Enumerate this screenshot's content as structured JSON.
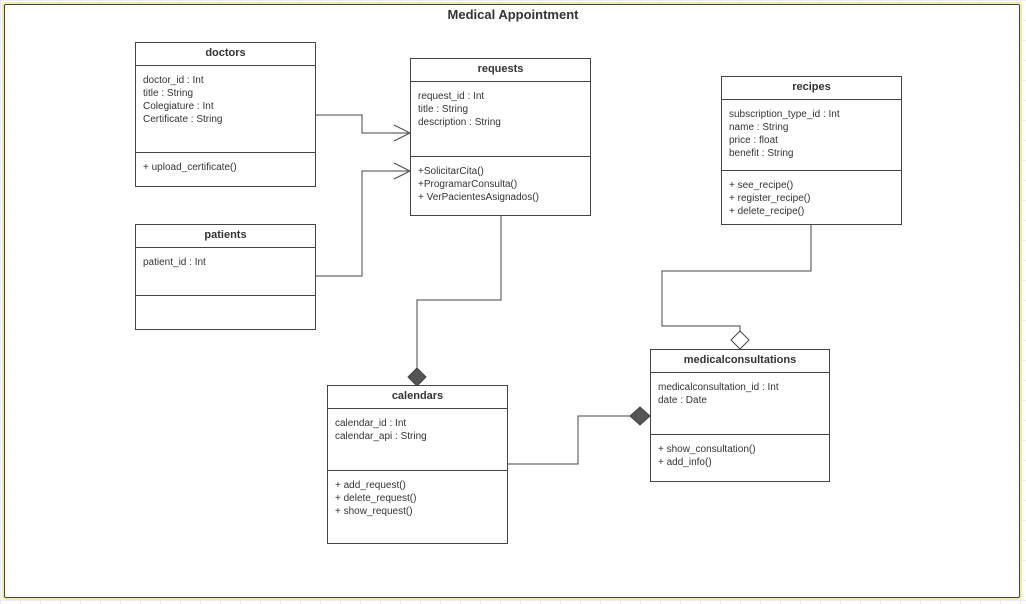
{
  "title": "Medical Appointment",
  "classes": {
    "doctors": {
      "name": "doctors",
      "attributes": [
        "doctor_id : Int",
        "title : String",
        "Colegiature : Int",
        "Certificate : String"
      ],
      "methods": [
        "+ upload_certificate()"
      ]
    },
    "requests": {
      "name": "requests",
      "attributes": [
        "request_id : Int",
        "title : String",
        "description : String"
      ],
      "methods": [
        "+SolicitarCita()",
        "+ProgramarConsulta()",
        "+ VerPacientesAsignados()"
      ]
    },
    "recipes": {
      "name": "recipes",
      "attributes": [
        "subscription_type_id : Int",
        "name : String",
        "price : float",
        "benefit : String"
      ],
      "methods": [
        "+ see_recipe()",
        "+ register_recipe()",
        "+ delete_recipe()"
      ]
    },
    "patients": {
      "name": "patients",
      "attributes": [
        "patient_id : Int"
      ],
      "methods": []
    },
    "calendars": {
      "name": "calendars",
      "attributes": [
        "calendar_id : Int",
        "calendar_api : String"
      ],
      "methods": [
        "+ add_request()",
        "+ delete_request()",
        "+ show_request()"
      ]
    },
    "medicalconsultations": {
      "name": "medicalconsultations",
      "attributes": [
        "medicalconsultation_id : Int",
        "date : Date"
      ],
      "methods": [
        "+ show_consultation()",
        "+ add_info()"
      ]
    }
  },
  "relations": [
    {
      "from": "doctors",
      "to": "requests",
      "type": "association"
    },
    {
      "from": "patients",
      "to": "requests",
      "type": "association"
    },
    {
      "from": "requests",
      "to": "calendars",
      "type": "composition"
    },
    {
      "from": "calendars",
      "to": "medicalconsultations",
      "type": "composition"
    },
    {
      "from": "recipes",
      "to": "medicalconsultations",
      "type": "aggregation"
    }
  ]
}
